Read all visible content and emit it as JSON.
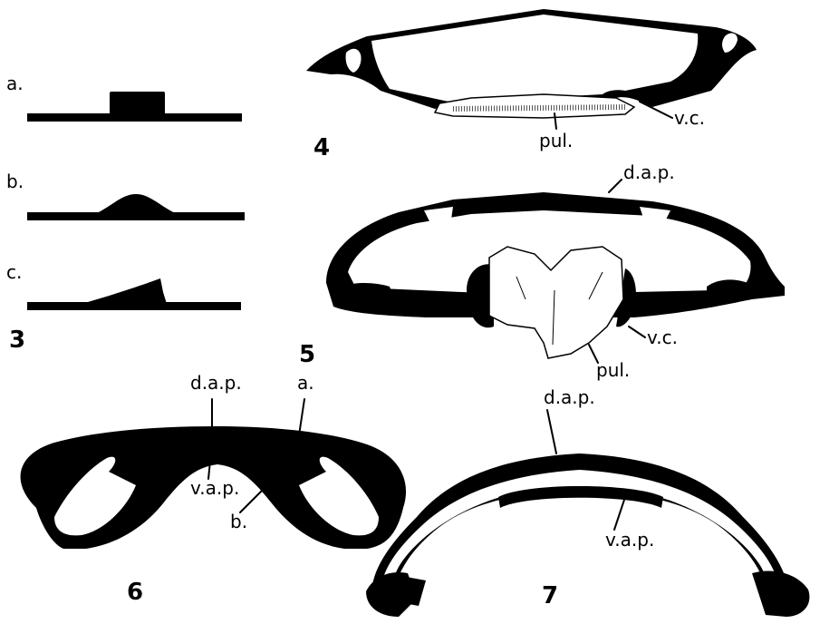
{
  "figures": {
    "fig3": {
      "number": "3",
      "panels": [
        {
          "label": "a."
        },
        {
          "label": "b."
        },
        {
          "label": "c."
        }
      ]
    },
    "fig4": {
      "number": "4",
      "labels": {
        "pulvinus": "pul.",
        "vascular": "v.c."
      }
    },
    "fig5": {
      "number": "5",
      "labels": {
        "dorsal": "d.a.p.",
        "pulvinus": "pul.",
        "vascular": "v.c."
      }
    },
    "fig6": {
      "number": "6",
      "labels": {
        "dorsal": "d.a.p.",
        "ventral": "v.a.p.",
        "a": "a.",
        "b": "b."
      }
    },
    "fig7": {
      "number": "7",
      "labels": {
        "dorsal": "d.a.p.",
        "ventral": "v.a.p."
      }
    }
  },
  "colors": {
    "ink": "#000000",
    "paper": "#ffffff"
  }
}
